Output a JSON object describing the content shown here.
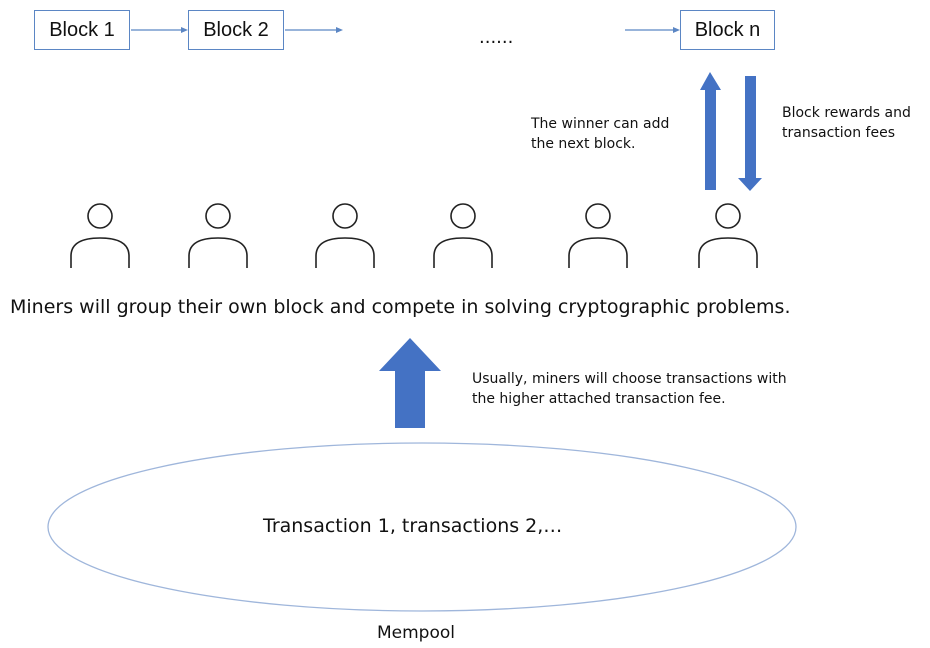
{
  "chain": {
    "block1": "Block 1",
    "block2": "Block 2",
    "ellipsis": "......",
    "blockn": "Block n"
  },
  "notes": {
    "winner": [
      "The winner can add",
      "the next block."
    ],
    "rewards": [
      "Block rewards and",
      "transaction fees"
    ],
    "choose": [
      "Usually, miners will choose transactions with",
      "the higher attached transaction fee."
    ]
  },
  "miners_caption": "Miners will group their own block and compete in solving cryptographic problems.",
  "mempool": {
    "contents": "Transaction 1, transactions 2,…",
    "label": "Mempool"
  },
  "colors": {
    "arrow_fill": "#4472c4",
    "box_border": "#5b86c4",
    "connector": "#5b86c4",
    "person_stroke": "#222222"
  },
  "miner_icons": [
    "person-icon",
    "person-icon",
    "person-icon",
    "person-icon",
    "person-icon",
    "person-icon"
  ]
}
